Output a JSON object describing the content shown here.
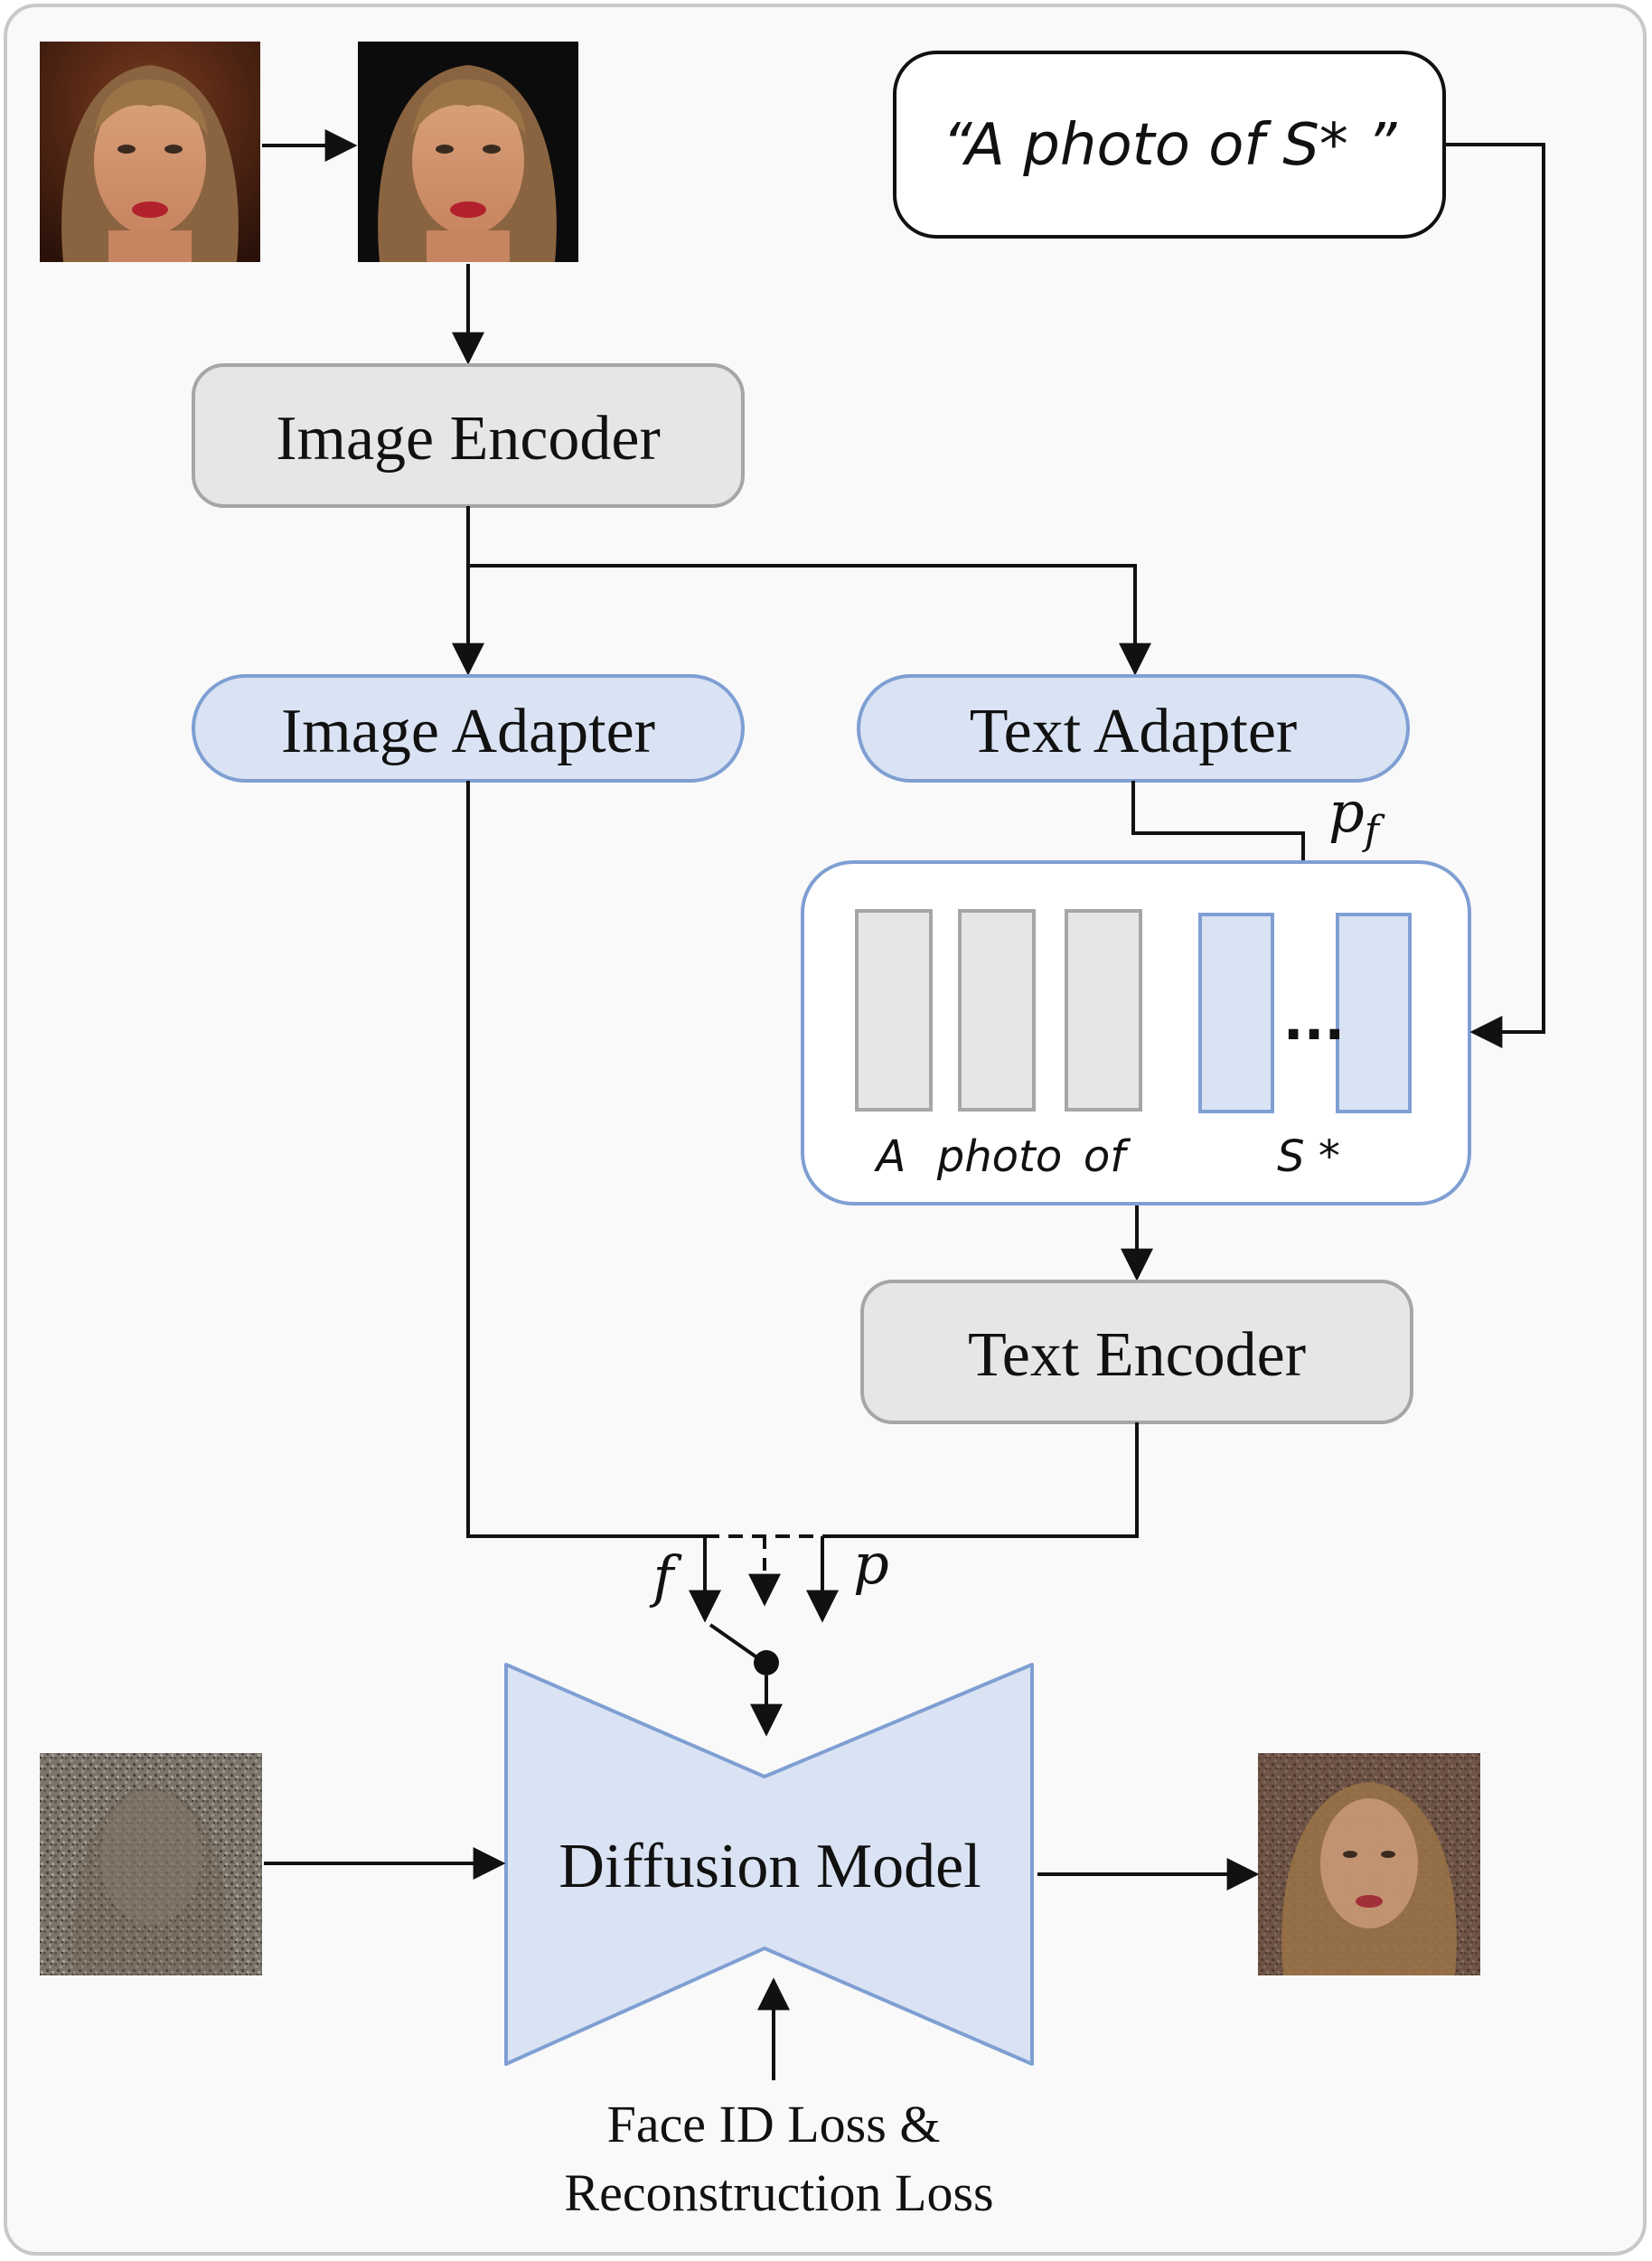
{
  "diagram": {
    "prompt_text": "“A photo of S* ”",
    "image_encoder": "Image Encoder",
    "image_adapter": "Image Adapter",
    "text_adapter": "Text Adapter",
    "text_encoder": "Text Encoder",
    "diffusion_model": "Diffusion Model",
    "token_labels": [
      "A",
      "photo",
      "of",
      "S *"
    ],
    "ellipsis": "...",
    "pf_symbol": "p",
    "pf_subscript": "f",
    "f_symbol": "f",
    "p_symbol": "p",
    "loss_line1": "Face ID Loss &",
    "loss_line2": "Reconstruction Loss"
  },
  "colors": {
    "gray_box_fill": "#e6e6e6",
    "gray_box_stroke": "#a6a6a6",
    "blue_fill": "#dae3f3",
    "blue_stroke": "#7f9fd3",
    "panel_bg": "#f9f9f9",
    "panel_stroke": "#c8c8c8"
  }
}
